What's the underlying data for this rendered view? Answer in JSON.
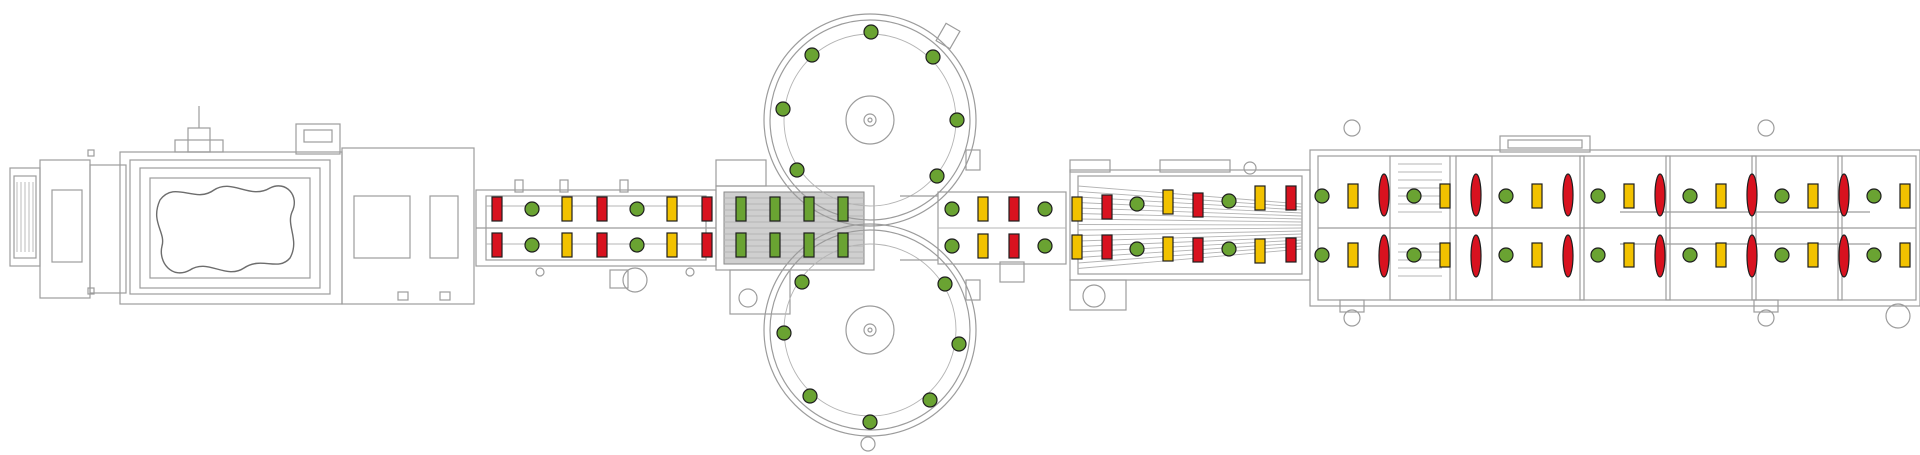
{
  "diagram": {
    "type": "production-line-layout",
    "colors": {
      "green": "#6aa332",
      "yellow": "#f2c200",
      "red": "#d8121f",
      "machine_line": "#9c9c9c",
      "background": "#ffffff"
    },
    "stations": [
      "dough-sheeter",
      "cutting-conveyor",
      "top-rotary-tray",
      "bottom-rotary-tray",
      "transfer-conveyor",
      "converging-belt",
      "proofing-line"
    ],
    "marker_rows": [
      {
        "section": "cutting-conveyor",
        "sequence": [
          "red",
          "green",
          "yellow",
          "red",
          "green",
          "yellow",
          "red"
        ]
      },
      {
        "section": "dark-belt",
        "sequence": [
          "green",
          "green",
          "green",
          "green"
        ]
      },
      {
        "section": "transfer-conveyor",
        "sequence": [
          "green",
          "yellow",
          "red",
          "green"
        ]
      },
      {
        "section": "converging-belt",
        "sequence": [
          "yellow",
          "red",
          "green",
          "yellow",
          "red",
          "green",
          "yellow",
          "red"
        ]
      },
      {
        "section": "proofing-line",
        "sequence": [
          "green",
          "yellow",
          "red",
          "green",
          "yellow",
          "red",
          "green",
          "yellow",
          "red",
          "green",
          "yellow",
          "red",
          "green",
          "yellow",
          "red",
          "green",
          "yellow",
          "red",
          "green",
          "yellow"
        ]
      }
    ]
  }
}
